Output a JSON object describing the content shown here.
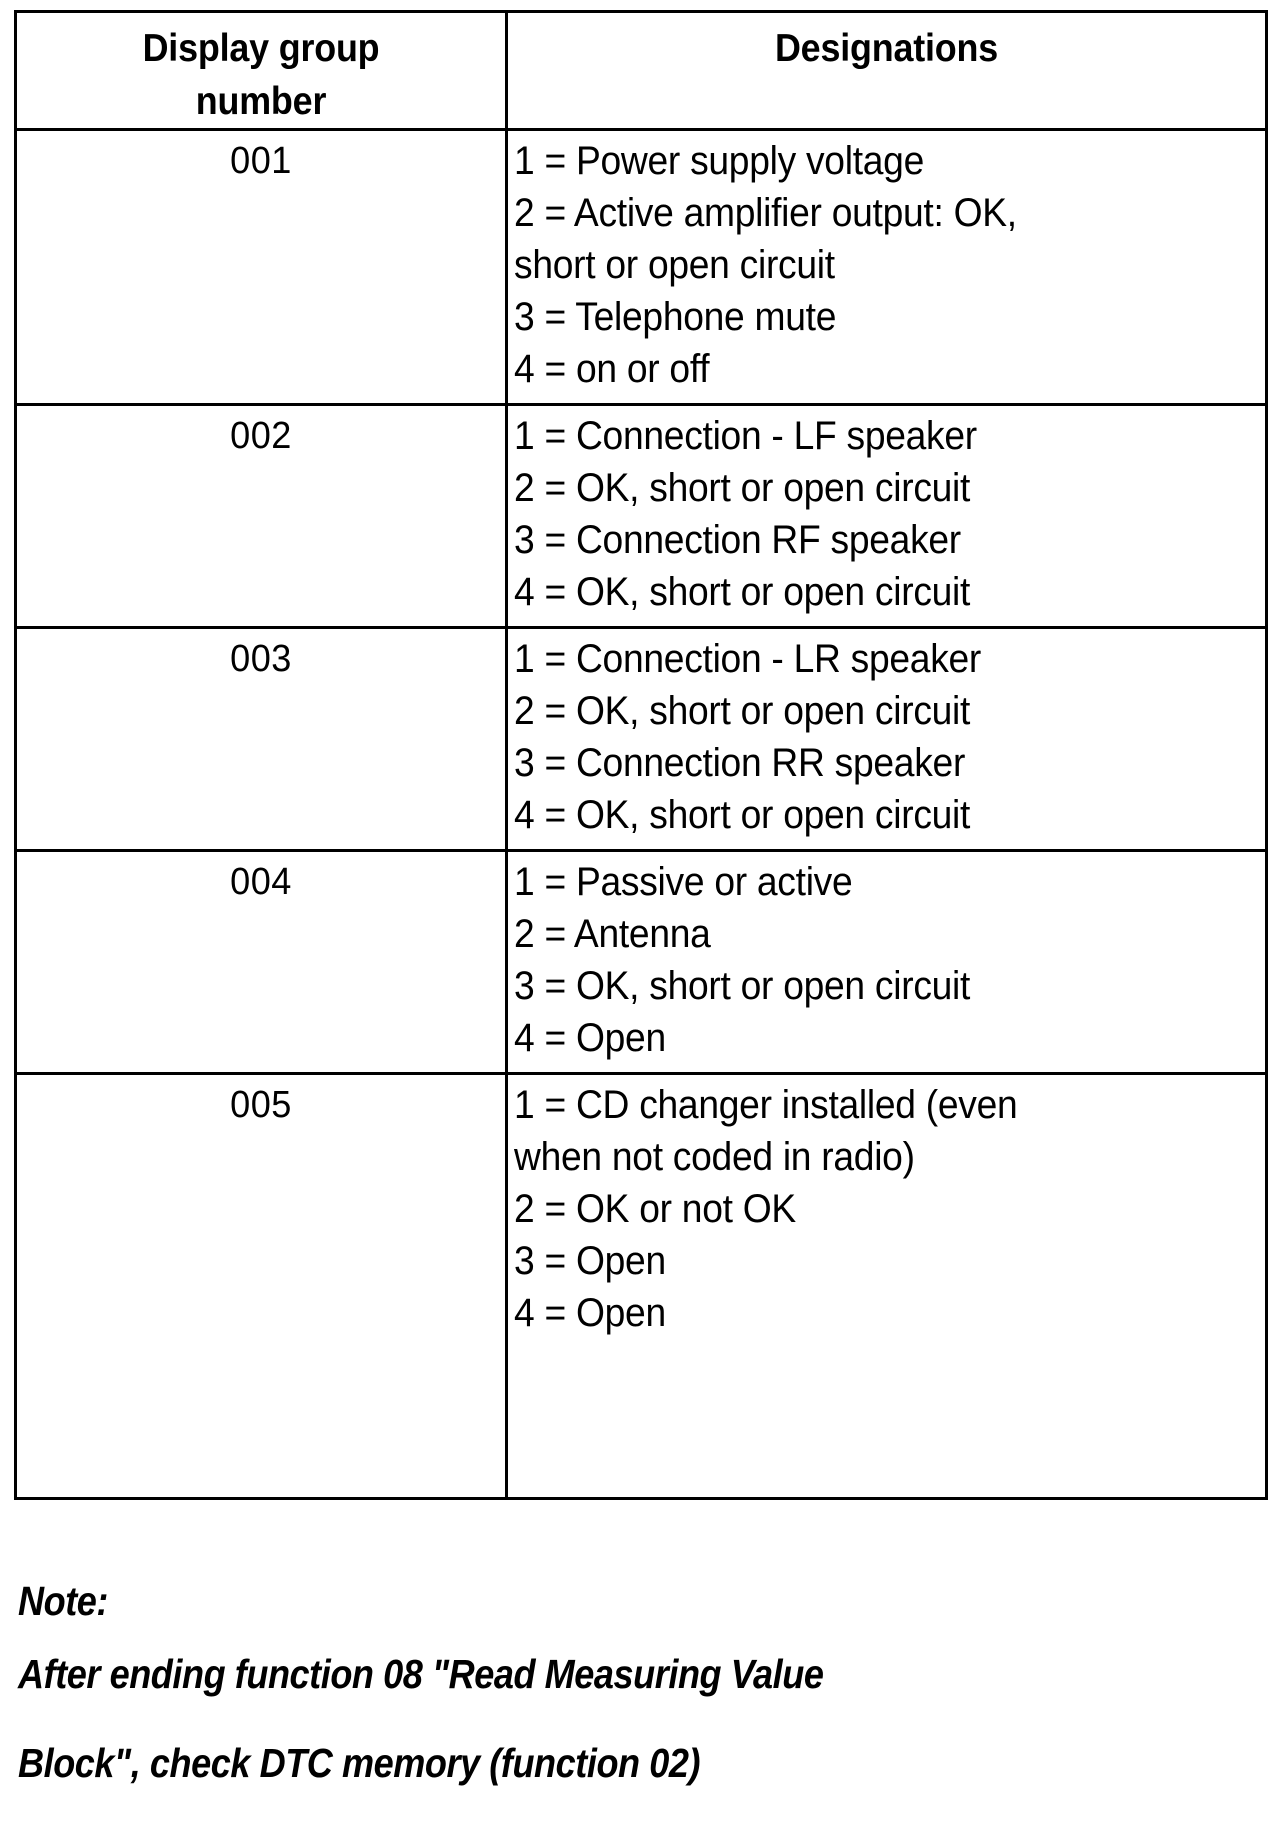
{
  "table": {
    "columns": [
      {
        "header": "Display group\nnumber",
        "key": "group"
      },
      {
        "header": "Designations",
        "key": "designations"
      }
    ],
    "rows": [
      {
        "group": "001",
        "designations": [
          "1 = Power supply voltage",
          "2 = Active amplifier output: OK,",
          "short or open circuit",
          "3 = Telephone mute",
          "4 = on or off"
        ]
      },
      {
        "group": "002",
        "designations": [
          "1 = Connection - LF speaker",
          "2 = OK, short or open circuit",
          "3 = Connection RF speaker",
          "4 = OK, short or open circuit"
        ]
      },
      {
        "group": "003",
        "designations": [
          "1 = Connection - LR speaker",
          "2 = OK, short or open circuit",
          "3 = Connection RR speaker",
          "4 = OK, short or open circuit"
        ]
      },
      {
        "group": "004",
        "designations": [
          "1 = Passive or active",
          "2 = Antenna",
          "3 = OK, short or open circuit",
          "4 = Open"
        ]
      },
      {
        "group": "005",
        "designations": [
          "1 = CD changer installed (even",
          "when not coded in radio)",
          "2 = OK or not OK",
          "3 = Open",
          "4 = Open"
        ]
      }
    ]
  },
  "note": {
    "title": "Note:",
    "lines": [
      "After ending function 08 \"Read Measuring Value",
      "Block\", check DTC memory (function 02)"
    ]
  },
  "colors": {
    "text": "#000000",
    "background": "#ffffff",
    "border": "#000000"
  }
}
